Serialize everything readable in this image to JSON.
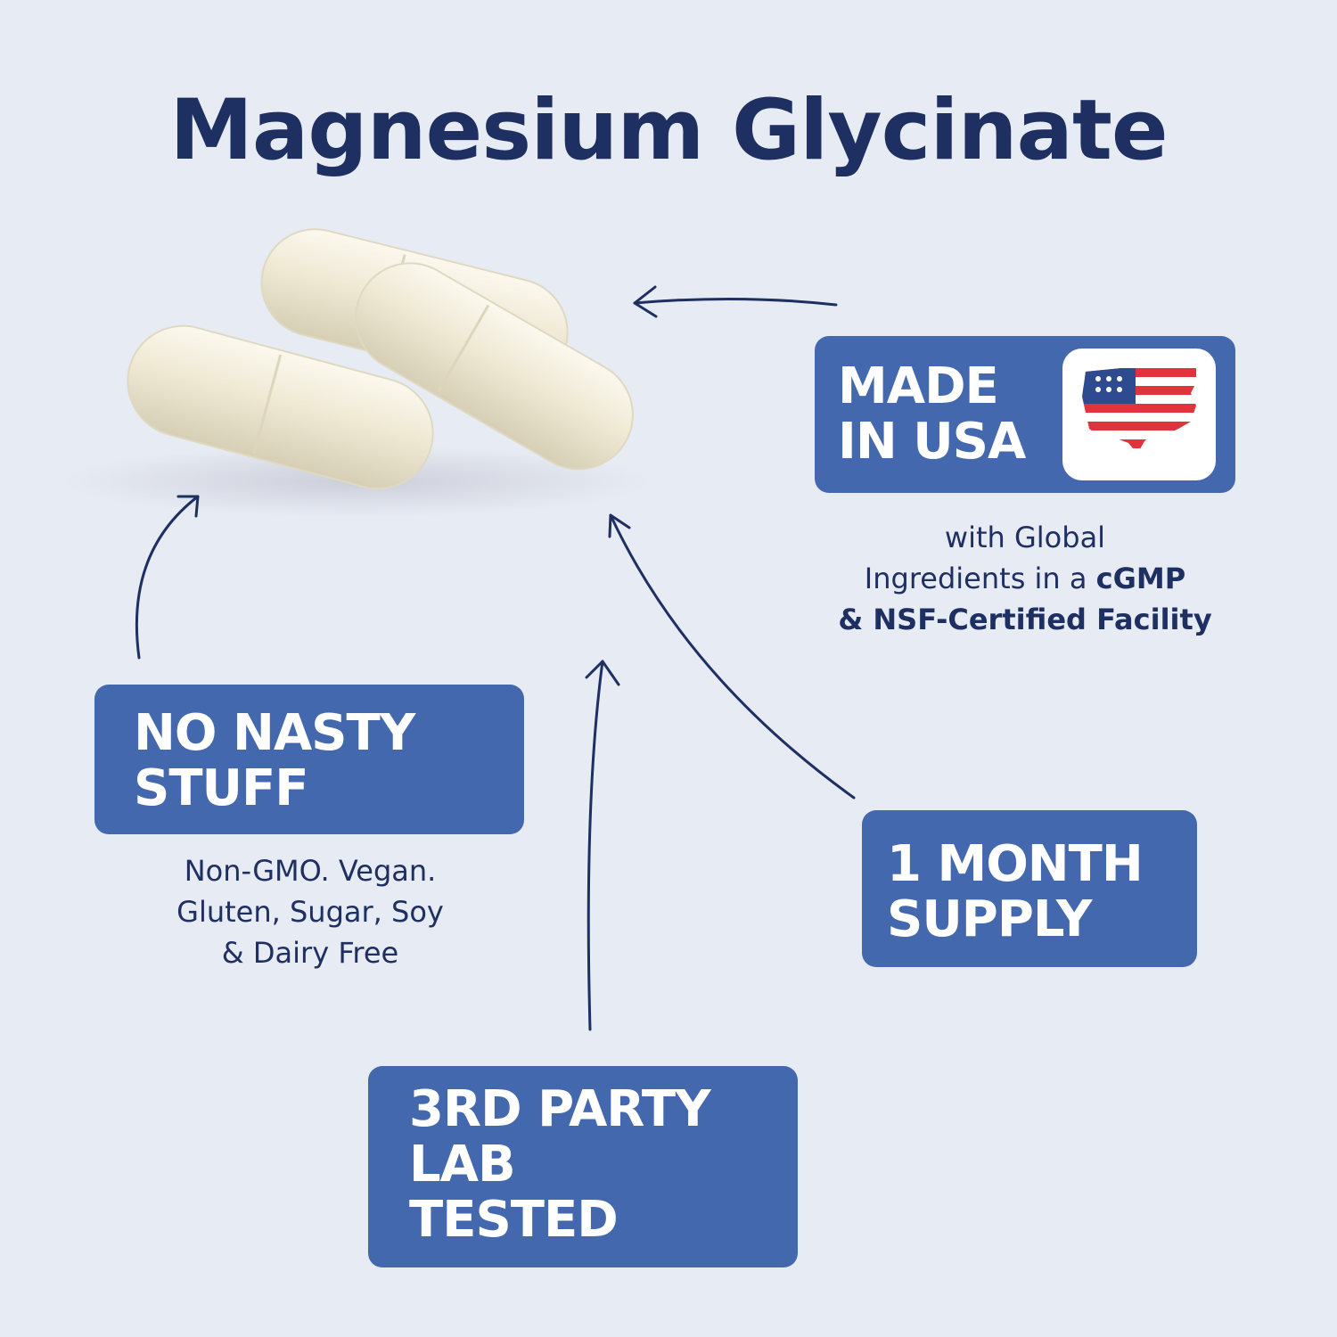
{
  "title": "Magnesium Glycinate",
  "badges": {
    "made_in_usa": "MADE\nIN USA",
    "no_nasty": "NO NASTY\nSTUFF",
    "one_month": "1 MONTH\nSUPPLY",
    "lab_tested": "3RD PARTY\nLAB\nTESTED"
  },
  "made_in_usa_desc": {
    "line1": "with Global",
    "line2_pre": "Ingredients in a ",
    "line2_bold": "cGMP",
    "line3_bold": "& NSF-Certified Facility"
  },
  "no_nasty_desc": {
    "line1": "Non-GMO. Vegan.",
    "line2": "Gluten, Sugar, Soy",
    "line3": "& Dairy Free"
  },
  "colors": {
    "background": "#e7ebf4",
    "navy": "#1e2f61",
    "badge_blue": "#4468ae",
    "flag_red": "#e0343d",
    "flag_blue": "#2f4b8f"
  },
  "icons": [
    "us-map-flag-icon",
    "capsules-image",
    "arrow-icon"
  ]
}
